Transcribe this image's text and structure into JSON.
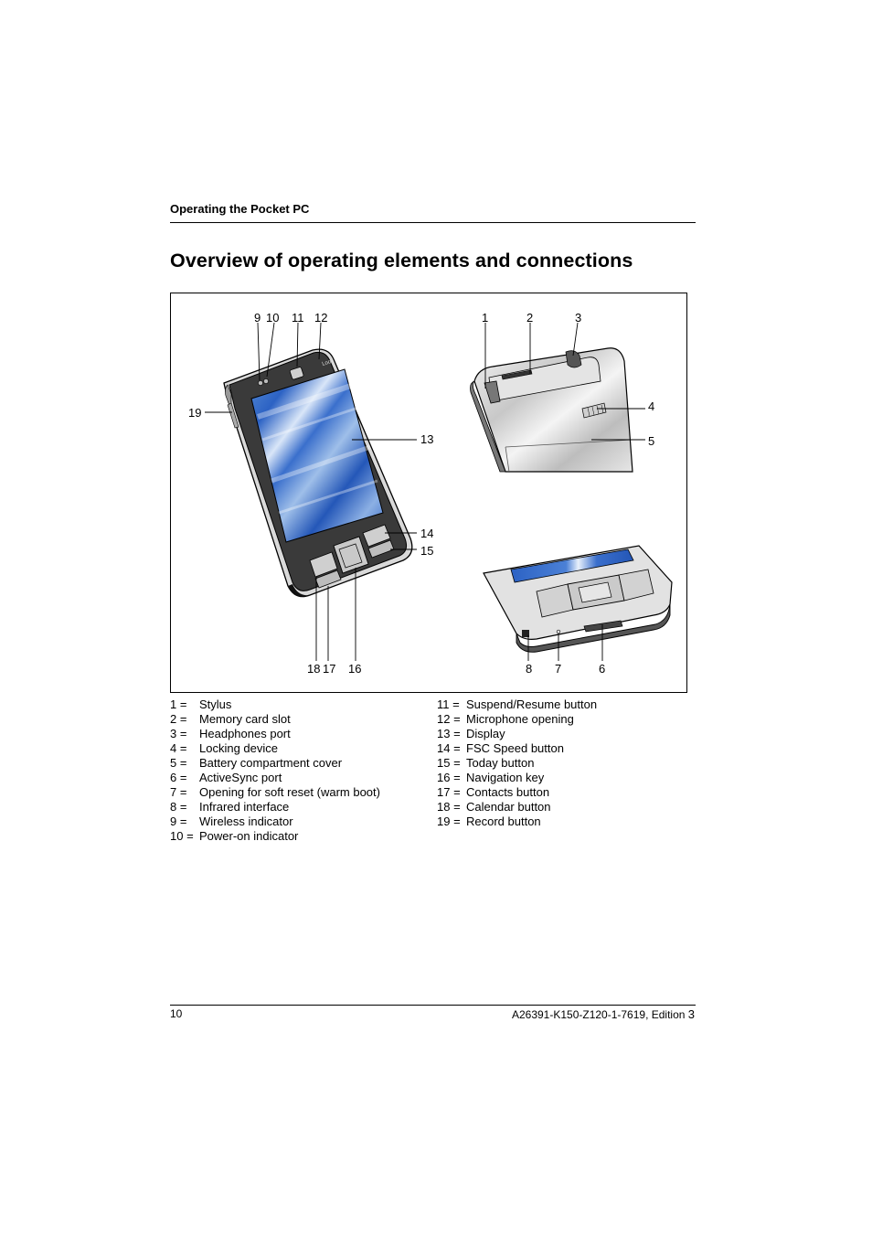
{
  "header": {
    "section": "Operating the Pocket PC"
  },
  "title": "Overview of operating elements and connections",
  "figure": {
    "callouts": {
      "c1": "1",
      "c2": "2",
      "c3": "3",
      "c4": "4",
      "c5": "5",
      "c6": "6",
      "c7": "7",
      "c8": "8",
      "c9": "9",
      "c10": "10",
      "c11": "11",
      "c12": "12",
      "c13": "13",
      "c14": "14",
      "c15": "15",
      "c16": "16",
      "c17": "17",
      "c18": "18",
      "c19": "19"
    },
    "device_brand_text": "Loox"
  },
  "legend": {
    "left": [
      {
        "num": "1 =",
        "text": "Stylus"
      },
      {
        "num": "2 =",
        "text": "Memory card slot"
      },
      {
        "num": "3 =",
        "text": "Headphones port"
      },
      {
        "num": "4 =",
        "text": "Locking device"
      },
      {
        "num": "5 =",
        "text": "Battery compartment cover"
      },
      {
        "num": "6 =",
        "text": "ActiveSync port"
      },
      {
        "num": "7 =",
        "text": "Opening for soft reset (warm boot)"
      },
      {
        "num": "8 =",
        "text": "Infrared interface"
      },
      {
        "num": "9 =",
        "text": "Wireless indicator"
      },
      {
        "num": "10 =",
        "text": "Power-on indicator"
      }
    ],
    "right": [
      {
        "num": "11 =",
        "text": "Suspend/Resume button"
      },
      {
        "num": "12 =",
        "text": "Microphone opening"
      },
      {
        "num": "13 =",
        "text": "Display"
      },
      {
        "num": "14 =",
        "text": "FSC Speed button"
      },
      {
        "num": "15 =",
        "text": "Today button"
      },
      {
        "num": "16 =",
        "text": "Navigation key"
      },
      {
        "num": "17 =",
        "text": "Contacts button"
      },
      {
        "num": "18 =",
        "text": "Calendar button"
      },
      {
        "num": "19 =",
        "text": "Record button"
      }
    ]
  },
  "footer": {
    "page_number": "10",
    "doc_id": "A26391-K150-Z120-1-7619, Edition ",
    "edition": "3"
  }
}
